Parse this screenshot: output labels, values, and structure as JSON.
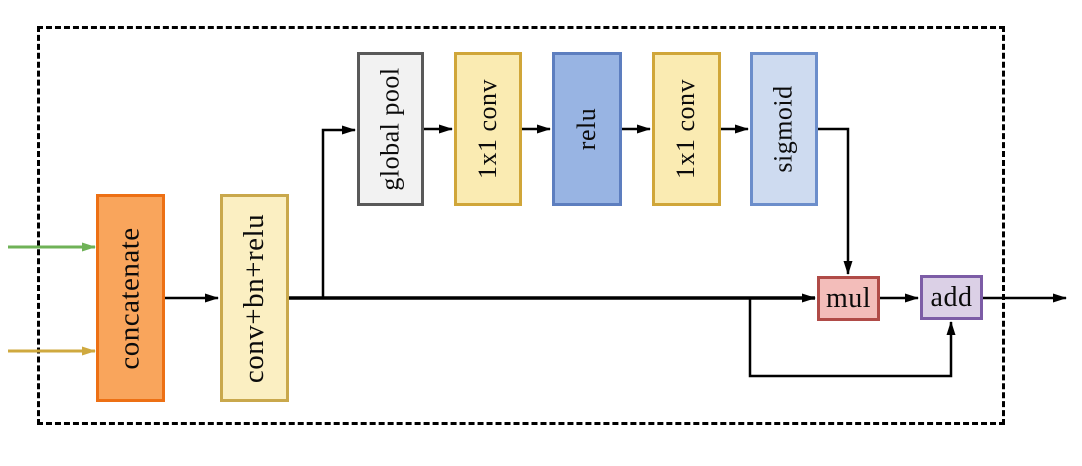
{
  "diagram": {
    "background": "#FFFFFF",
    "line_color": "#000000",
    "nodes": {
      "concatenate": {
        "label": "concatenate",
        "fill": "#F9A55C",
        "stroke": "#ED7014"
      },
      "conv_bn_relu": {
        "label": "conv+bn+relu",
        "fill": "#FBEFC2",
        "stroke": "#C9A84C"
      },
      "global_pool": {
        "label": "global pool",
        "fill": "#F2F2F2",
        "stroke": "#595959"
      },
      "conv1x1_a": {
        "label": "1x1 conv",
        "fill": "#FAEBB2",
        "stroke": "#D0A639"
      },
      "relu": {
        "label": "relu",
        "fill": "#98B4E3",
        "stroke": "#5D7EBF"
      },
      "conv1x1_b": {
        "label": "1x1 conv",
        "fill": "#FAEBB2",
        "stroke": "#D0A639"
      },
      "sigmoid": {
        "label": "sigmoid",
        "fill": "#CEDBF0",
        "stroke": "#6C8ECB"
      },
      "mul": {
        "label": "mul",
        "fill": "#F3BDBA",
        "stroke": "#B04B47"
      },
      "add": {
        "label": "add",
        "fill": "#DBD0E6",
        "stroke": "#7C5CA6"
      }
    },
    "inputs": [
      {
        "name": "input-arrow-green",
        "color": "#6FB257"
      },
      {
        "name": "input-arrow-gold",
        "color": "#CFA93F"
      }
    ]
  }
}
